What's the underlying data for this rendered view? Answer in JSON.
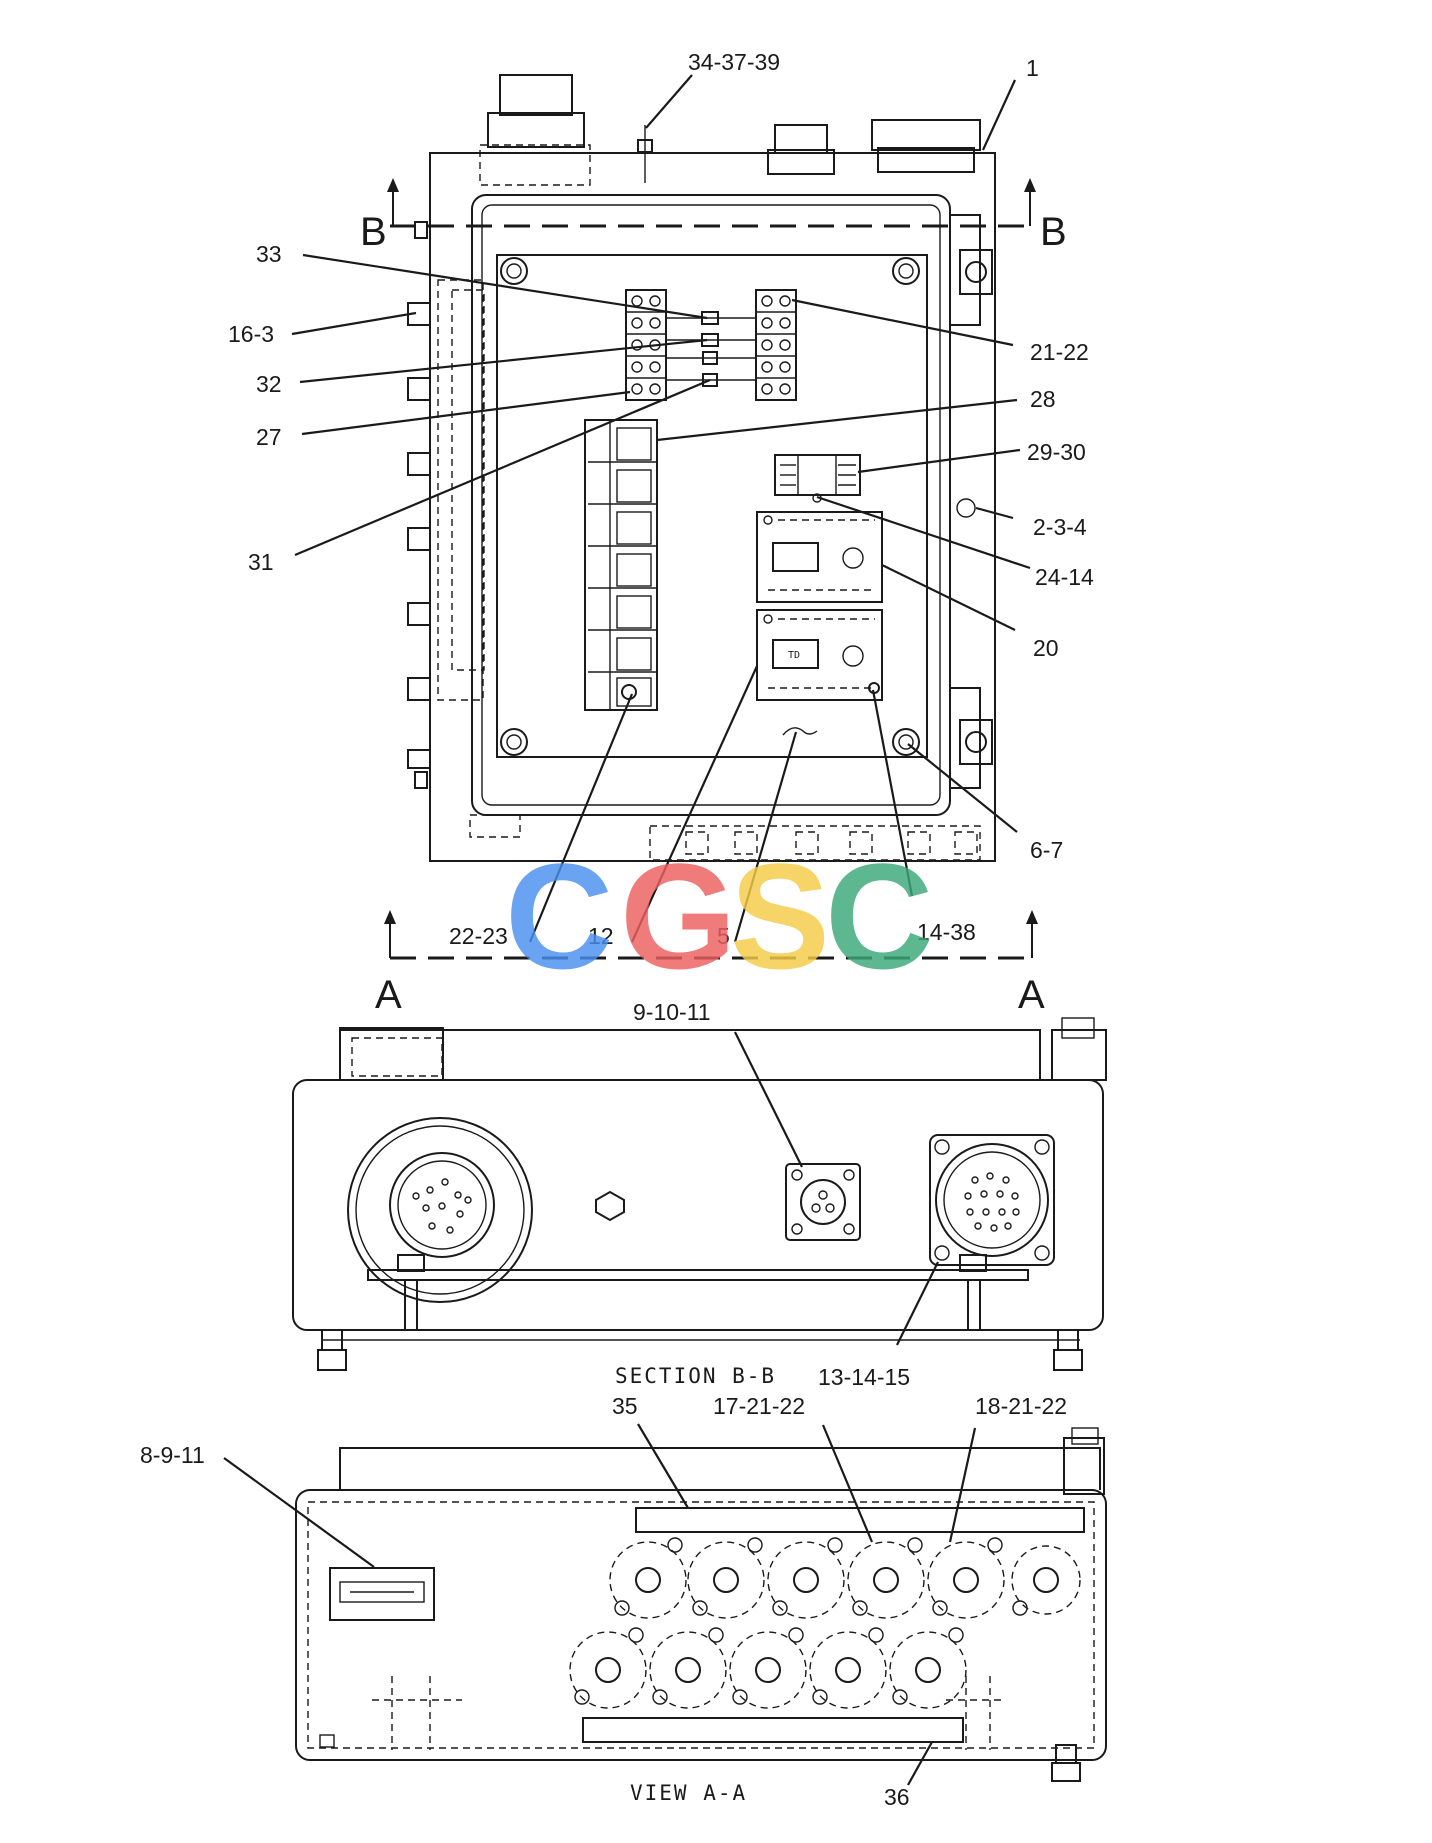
{
  "watermark": {
    "letters": [
      "C",
      "G",
      "S",
      "C"
    ],
    "colors": [
      "#4a8ff0",
      "#ec5f5f",
      "#f6cb47",
      "#3aa878"
    ]
  },
  "section_marks": {
    "b_left": "B",
    "b_right": "B",
    "a_left": "A",
    "a_right": "A"
  },
  "captions": {
    "section_bb": "SECTION B-B",
    "view_aa": "VIEW A-A"
  },
  "timer_display_label": "TD",
  "callouts": {
    "c1": "1",
    "c34_37_39": "34-37-39",
    "c33": "33",
    "c16_3": "16-3",
    "c32": "32",
    "c27": "27",
    "c31": "31",
    "c21_22": "21-22",
    "c28": "28",
    "c29_30": "29-30",
    "c2_3_4": "2-3-4",
    "c24_14": "24-14",
    "c20": "20",
    "c6_7": "6-7",
    "c22_23": "22-23",
    "c12": "12",
    "c5": "5",
    "c14_38": "14-38",
    "c9_10_11": "9-10-11",
    "c13_14_15": "13-14-15",
    "c35": "35",
    "c17_21_22": "17-21-22",
    "c18_21_22": "18-21-22",
    "c8_9_11": "8-9-11",
    "c36": "36"
  }
}
